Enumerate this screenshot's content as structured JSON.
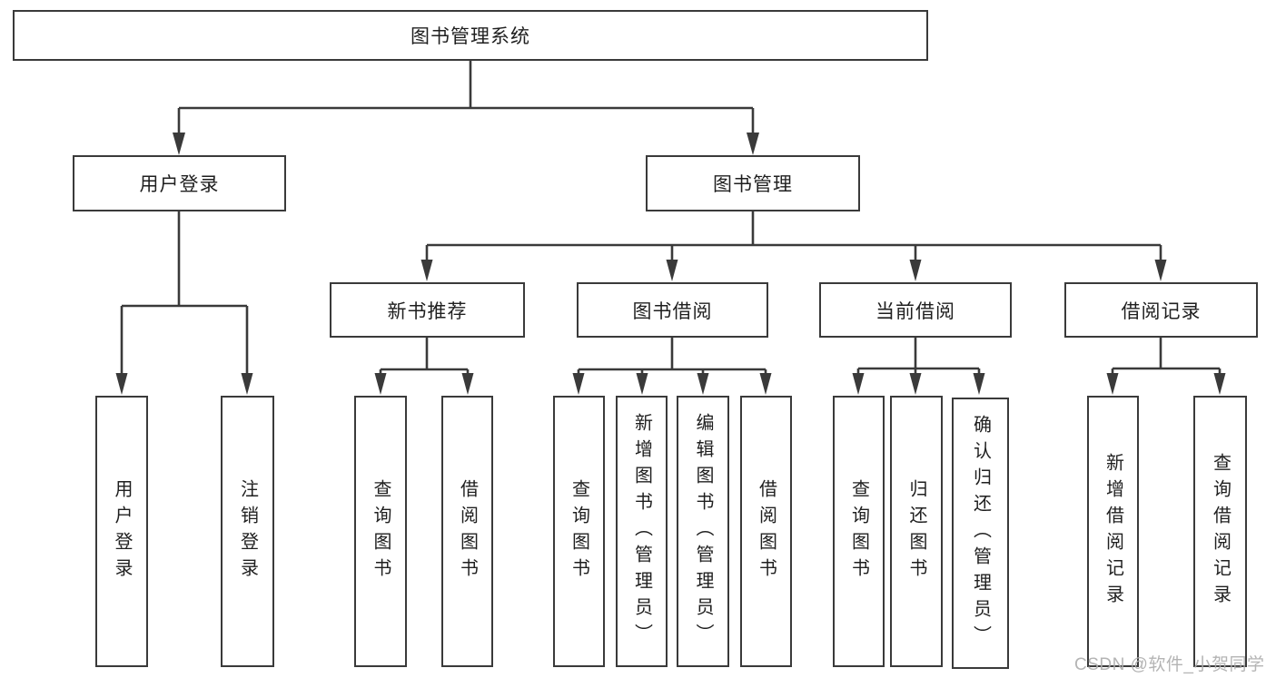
{
  "diagram": {
    "root": {
      "label": "图书管理系统"
    },
    "level2": [
      {
        "id": "user-login",
        "label": "用户登录"
      },
      {
        "id": "book-management",
        "label": "图书管理"
      }
    ],
    "level3": [
      {
        "id": "new-book-recommend",
        "label": "新书推荐",
        "parent": "图书管理"
      },
      {
        "id": "book-borrow",
        "label": "图书借阅",
        "parent": "图书管理"
      },
      {
        "id": "current-borrow",
        "label": "当前借阅",
        "parent": "图书管理"
      },
      {
        "id": "borrow-record",
        "label": "借阅记录",
        "parent": "图书管理"
      }
    ],
    "leaves": [
      {
        "label": "用户登录",
        "parent": "用户登录"
      },
      {
        "label": "注销登录",
        "parent": "用户登录"
      },
      {
        "label": "查询图书",
        "parent": "新书推荐"
      },
      {
        "label": "借阅图书",
        "parent": "新书推荐"
      },
      {
        "label": "查询图书",
        "parent": "图书借阅"
      },
      {
        "label": "新增图书（管理员）",
        "parent": "图书借阅"
      },
      {
        "label": "编辑图书（管理员）",
        "parent": "图书借阅"
      },
      {
        "label": "借阅图书",
        "parent": "图书借阅"
      },
      {
        "label": "查询图书",
        "parent": "当前借阅"
      },
      {
        "label": "归还图书",
        "parent": "当前借阅"
      },
      {
        "label": "确认归还（管理员）",
        "parent": "当前借阅"
      },
      {
        "label": "新增借阅记录",
        "parent": "借阅记录"
      },
      {
        "label": "查询借阅记录",
        "parent": "借阅记录"
      }
    ]
  },
  "watermark": {
    "text": "CSDN @软件_小贺同学"
  },
  "colors": {
    "line": "#3a3a3a",
    "text": "#1f1f1f",
    "box_background": "#ffffff",
    "page_background": "#ffffff",
    "watermark": "#aeaeae"
  }
}
